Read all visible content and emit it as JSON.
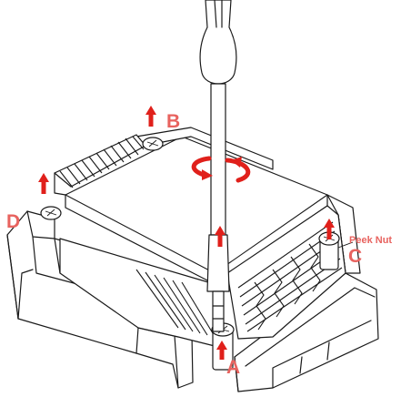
{
  "diagram": {
    "labels": {
      "a": "A",
      "b": "B",
      "c": "C",
      "d": "D",
      "peek_nut": "Peek Nut"
    },
    "colors": {
      "label": "#e8635f",
      "arrow": "#e0201b",
      "line": "#1a1a1a",
      "top_plate": "#d9d9d9"
    }
  }
}
